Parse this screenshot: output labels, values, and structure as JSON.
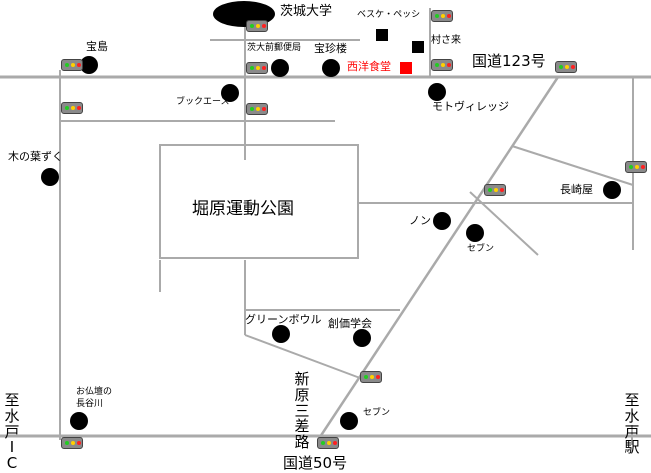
{
  "colors": {
    "road": "#aaaaaa",
    "landmark": "#000000",
    "highlight": "#ff0000"
  },
  "icons": {
    "traffic_light": "traffic-light-icon",
    "landmark": "landmark-dot-icon",
    "building": "building-square-icon"
  },
  "labels": {
    "university": "茨城大学",
    "bessuke": "ベスケ・ペッシ",
    "murasakirai": "村さ来",
    "takarajima": "宝島",
    "post_office": "茨大前郵便局",
    "houchinrou": "宝珍楼",
    "seiyou_shokudou": "西洋食堂",
    "route123": "国道123号",
    "book_ace": "ブックエース",
    "moto_village": "モトヴィレッジ",
    "kinohazuku": "木の葉ずく",
    "park": "堀原運動公園",
    "nagasakiya": "長崎屋",
    "non": "ノン",
    "seven_north": "セブン",
    "green_bowl": "グリーンボウル",
    "soka_gakkai": "創価学会",
    "obutsudan_line1": "お仏壇の",
    "obutsudan_line2": "長谷川",
    "seven_south": "セブン",
    "shinhara_sansaro": [
      "新",
      "原",
      "三",
      "差",
      "路"
    ],
    "mito_ic": [
      "至",
      "水",
      "戸",
      "I",
      "C"
    ],
    "mito_station": [
      "至",
      "水",
      "戸",
      "駅"
    ],
    "route50": "国道50号"
  }
}
